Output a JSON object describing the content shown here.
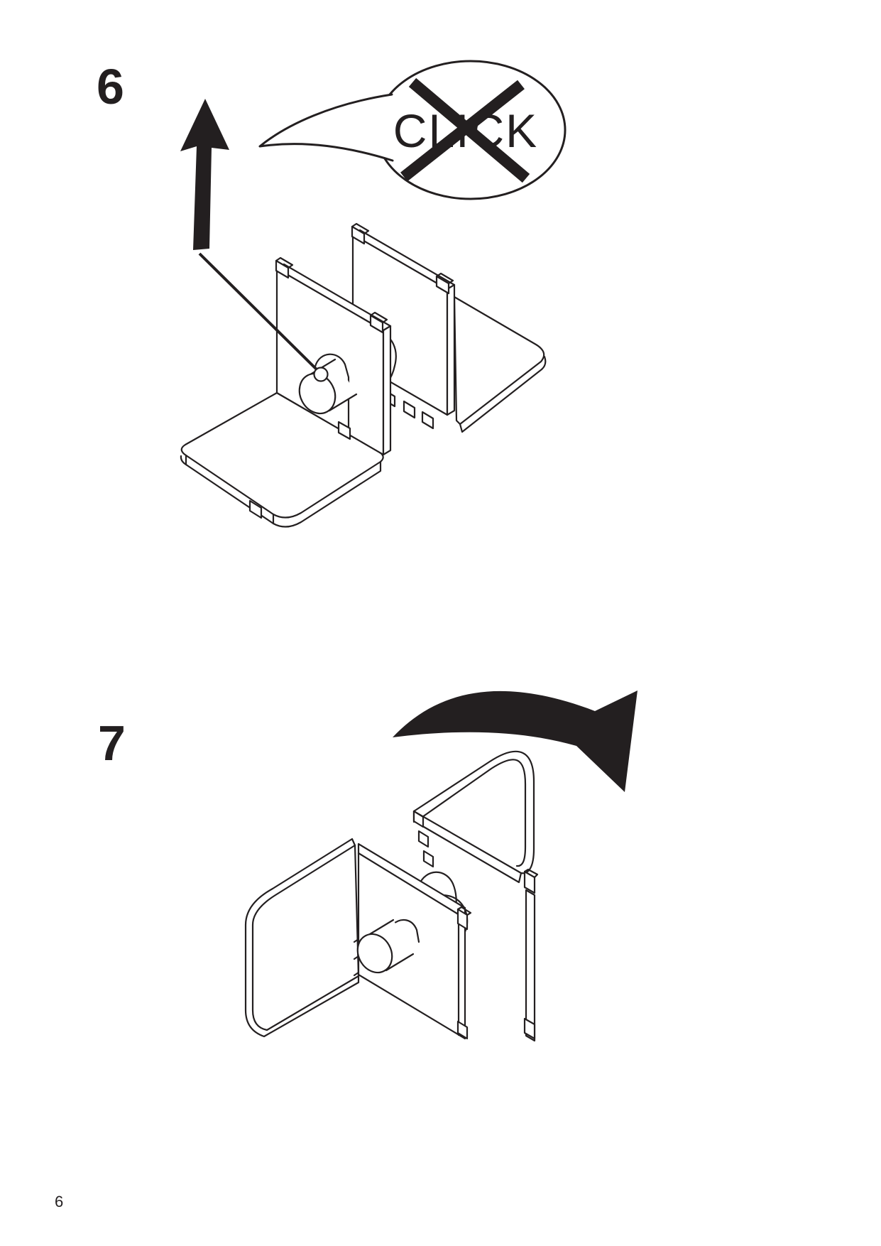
{
  "page": {
    "number": "6",
    "background": "#ffffff",
    "ink": "#231f20"
  },
  "steps": [
    {
      "number": "6",
      "callout": "CLICK",
      "callout_crossed_out": true,
      "icons": [
        "up-arrow-icon",
        "no-click-bubble",
        "pin-leader-line"
      ]
    },
    {
      "number": "7",
      "icons": [
        "rotate-arrow-icon"
      ]
    }
  ]
}
